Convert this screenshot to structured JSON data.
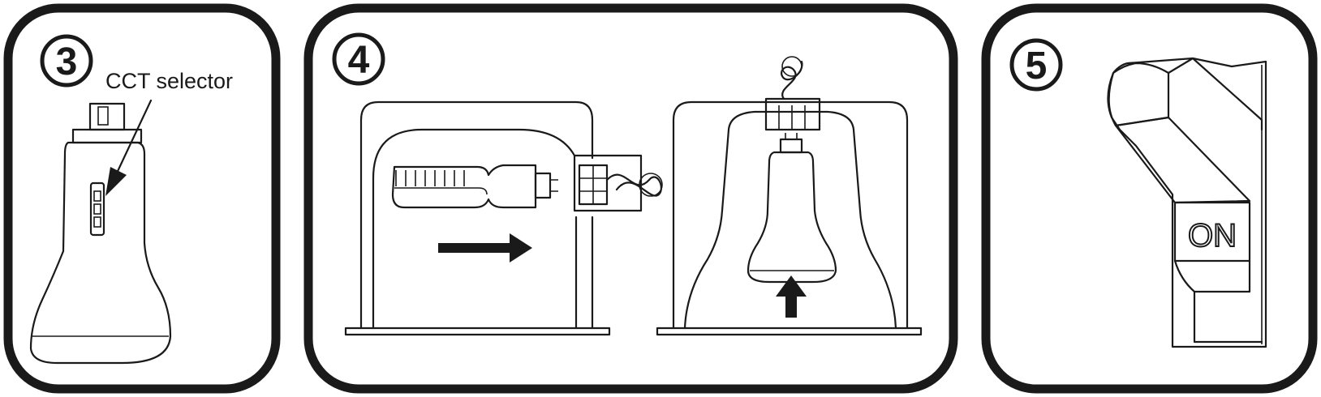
{
  "steps": [
    {
      "number": "3",
      "label": "CCT selector"
    },
    {
      "number": "4"
    },
    {
      "number": "5",
      "switch_text": "ON"
    }
  ]
}
